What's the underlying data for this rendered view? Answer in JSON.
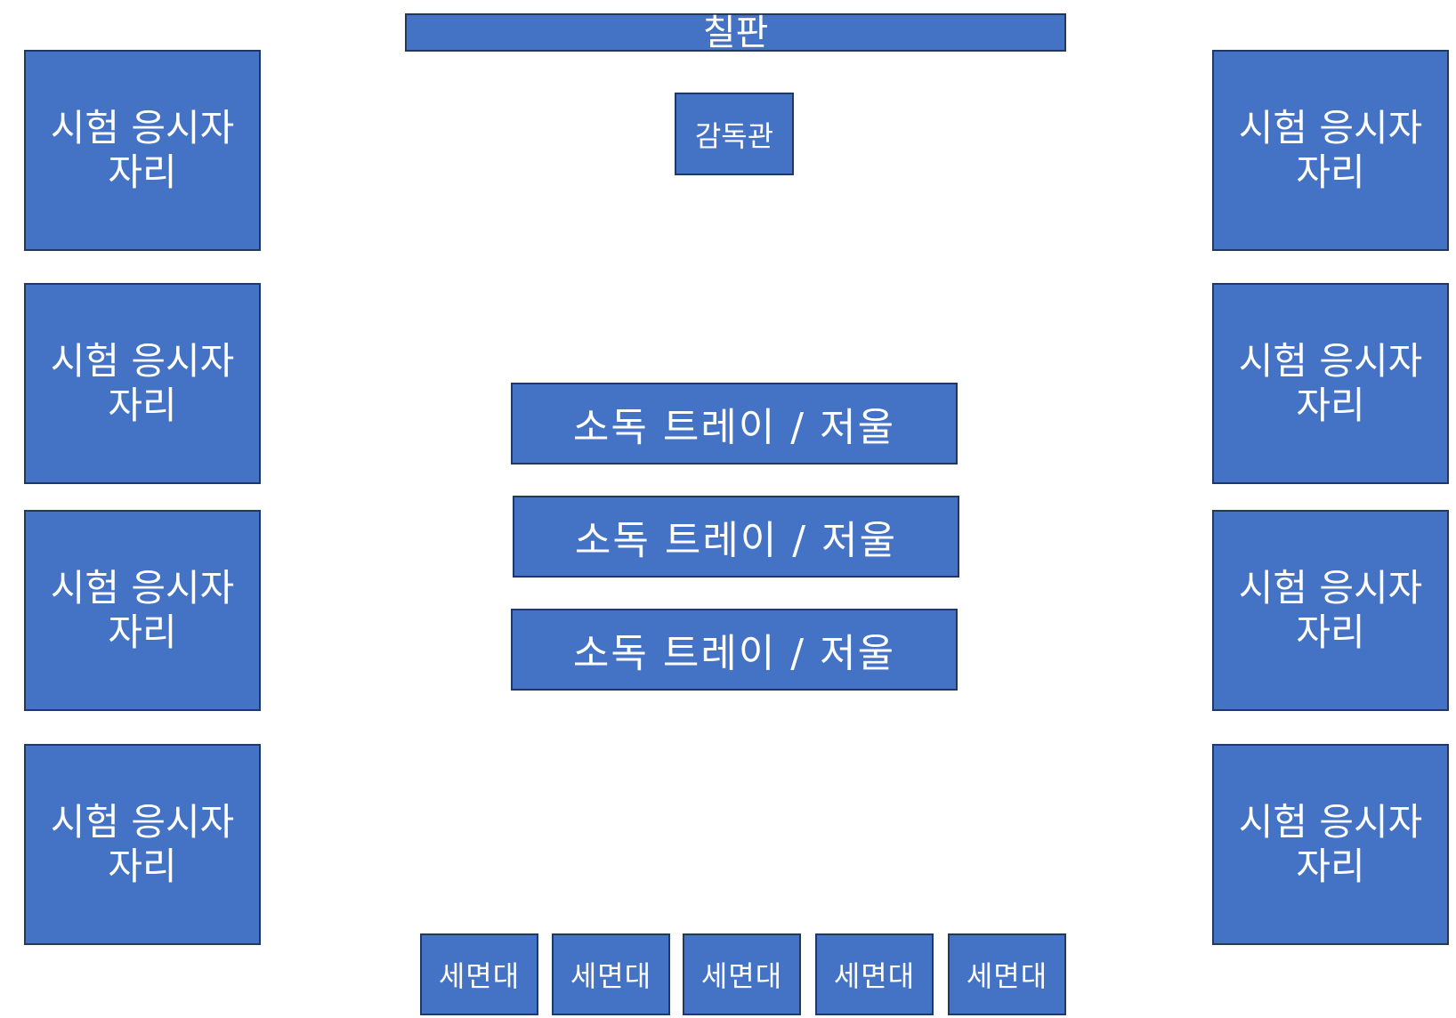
{
  "blackboard": {
    "label": "칠판"
  },
  "supervisor": {
    "label": "감독관"
  },
  "seats": {
    "left": [
      {
        "label": "시험 응시자 자리"
      },
      {
        "label": "시험 응시자 자리"
      },
      {
        "label": "시험 응시자 자리"
      },
      {
        "label": "시험 응시자 자리"
      }
    ],
    "right": [
      {
        "label": "시험 응시자 자리"
      },
      {
        "label": "시험 응시자 자리"
      },
      {
        "label": "시험 응시자 자리"
      },
      {
        "label": "시험 응시자 자리"
      }
    ]
  },
  "trays": [
    {
      "label": "소독 트레이 / 저울"
    },
    {
      "label": "소독 트레이 / 저울"
    },
    {
      "label": "소독 트레이 / 저울"
    }
  ],
  "sinks": [
    {
      "label": "세면대"
    },
    {
      "label": "세면대"
    },
    {
      "label": "세면대"
    },
    {
      "label": "세면대"
    },
    {
      "label": "세면대"
    }
  ],
  "colors": {
    "box_fill": "#4472C4",
    "box_border": "#1F3864",
    "text": "#FFFFFF"
  }
}
